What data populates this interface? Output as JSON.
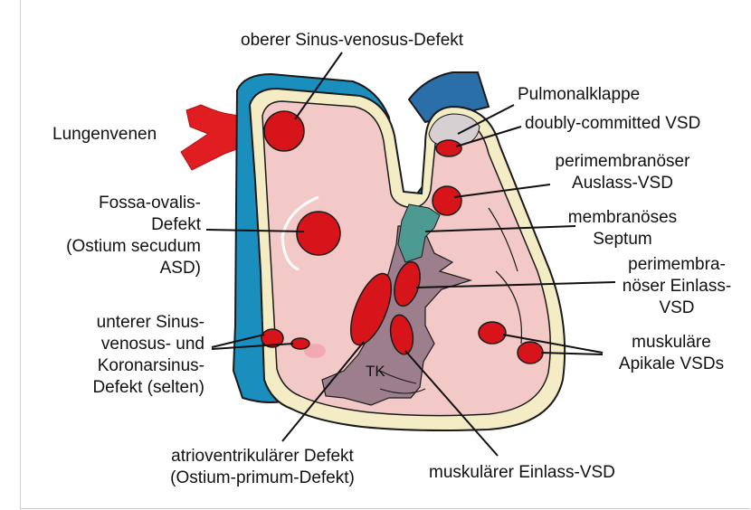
{
  "labels": {
    "oberer_sinus": "oberer Sinus-venosus-Defekt",
    "lungenvenen": "Lungenvenen",
    "fossa": [
      "Fossa-ovalis-",
      "Defekt",
      "(Ostium secudum",
      "ASD)"
    ],
    "unterer_sinus": [
      "unterer Sinus-",
      "venosus- und",
      "Koronarsinus-",
      "Defekt (selten)"
    ],
    "av_defekt": [
      "atrioventrikulärer Defekt",
      "(Ostium-primum-Defekt)"
    ],
    "musk_einlass": "muskulärer Einlass-VSD",
    "pulmonalklappe": "Pulmonalklappe",
    "doubly": "doubly-committed VSD",
    "perimem_auslass": [
      "perimembranöser",
      "Auslass-VSD"
    ],
    "membranoeses": [
      "membranöses",
      "Septum"
    ],
    "perimem_einlass": [
      "perimembra-",
      "nöser Einlass-",
      "VSD"
    ],
    "musk_apikal": [
      "muskuläre",
      "Apikale VSDs"
    ],
    "tk": "TK"
  },
  "colors": {
    "heart_fill": "#f2c9c6",
    "wall_beige": "#f3ecc4",
    "vein_blue": "#1a8fbe",
    "artery_blue": "#2a6fa8",
    "defect_red": "#d8141b",
    "vein_red": "#e01e22",
    "septum_teal": "#4d9a93",
    "septum_mauve": "#9c7e8c",
    "valve_gray": "#d6d0d3"
  }
}
